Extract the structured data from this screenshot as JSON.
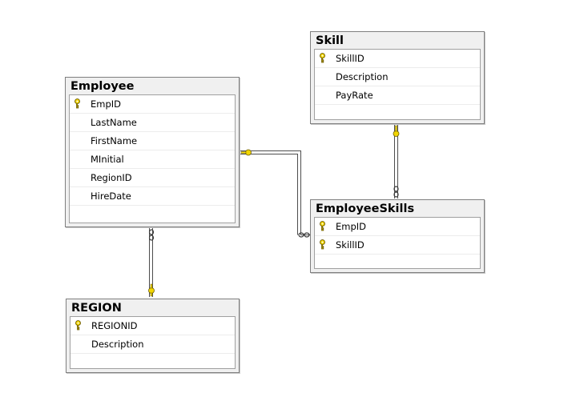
{
  "tables": {
    "employee": {
      "name": "Employee",
      "columns": [
        {
          "name": "EmpID",
          "key": true
        },
        {
          "name": "LastName",
          "key": false
        },
        {
          "name": "FirstName",
          "key": false
        },
        {
          "name": "MInitial",
          "key": false
        },
        {
          "name": "RegionID",
          "key": false
        },
        {
          "name": "HireDate",
          "key": false
        }
      ]
    },
    "skill": {
      "name": "Skill",
      "columns": [
        {
          "name": "SkillID",
          "key": true
        },
        {
          "name": "Description",
          "key": false
        },
        {
          "name": "PayRate",
          "key": false
        }
      ]
    },
    "employeeskills": {
      "name": "EmployeeSkills",
      "columns": [
        {
          "name": "EmpID",
          "key": true
        },
        {
          "name": "SkillID",
          "key": true
        }
      ]
    },
    "region": {
      "name": "REGION",
      "columns": [
        {
          "name": "REGIONID",
          "key": true
        },
        {
          "name": "Description",
          "key": false
        }
      ]
    }
  },
  "colors": {
    "key_icon": "#e8d200",
    "connector": "#5a5a5a"
  }
}
